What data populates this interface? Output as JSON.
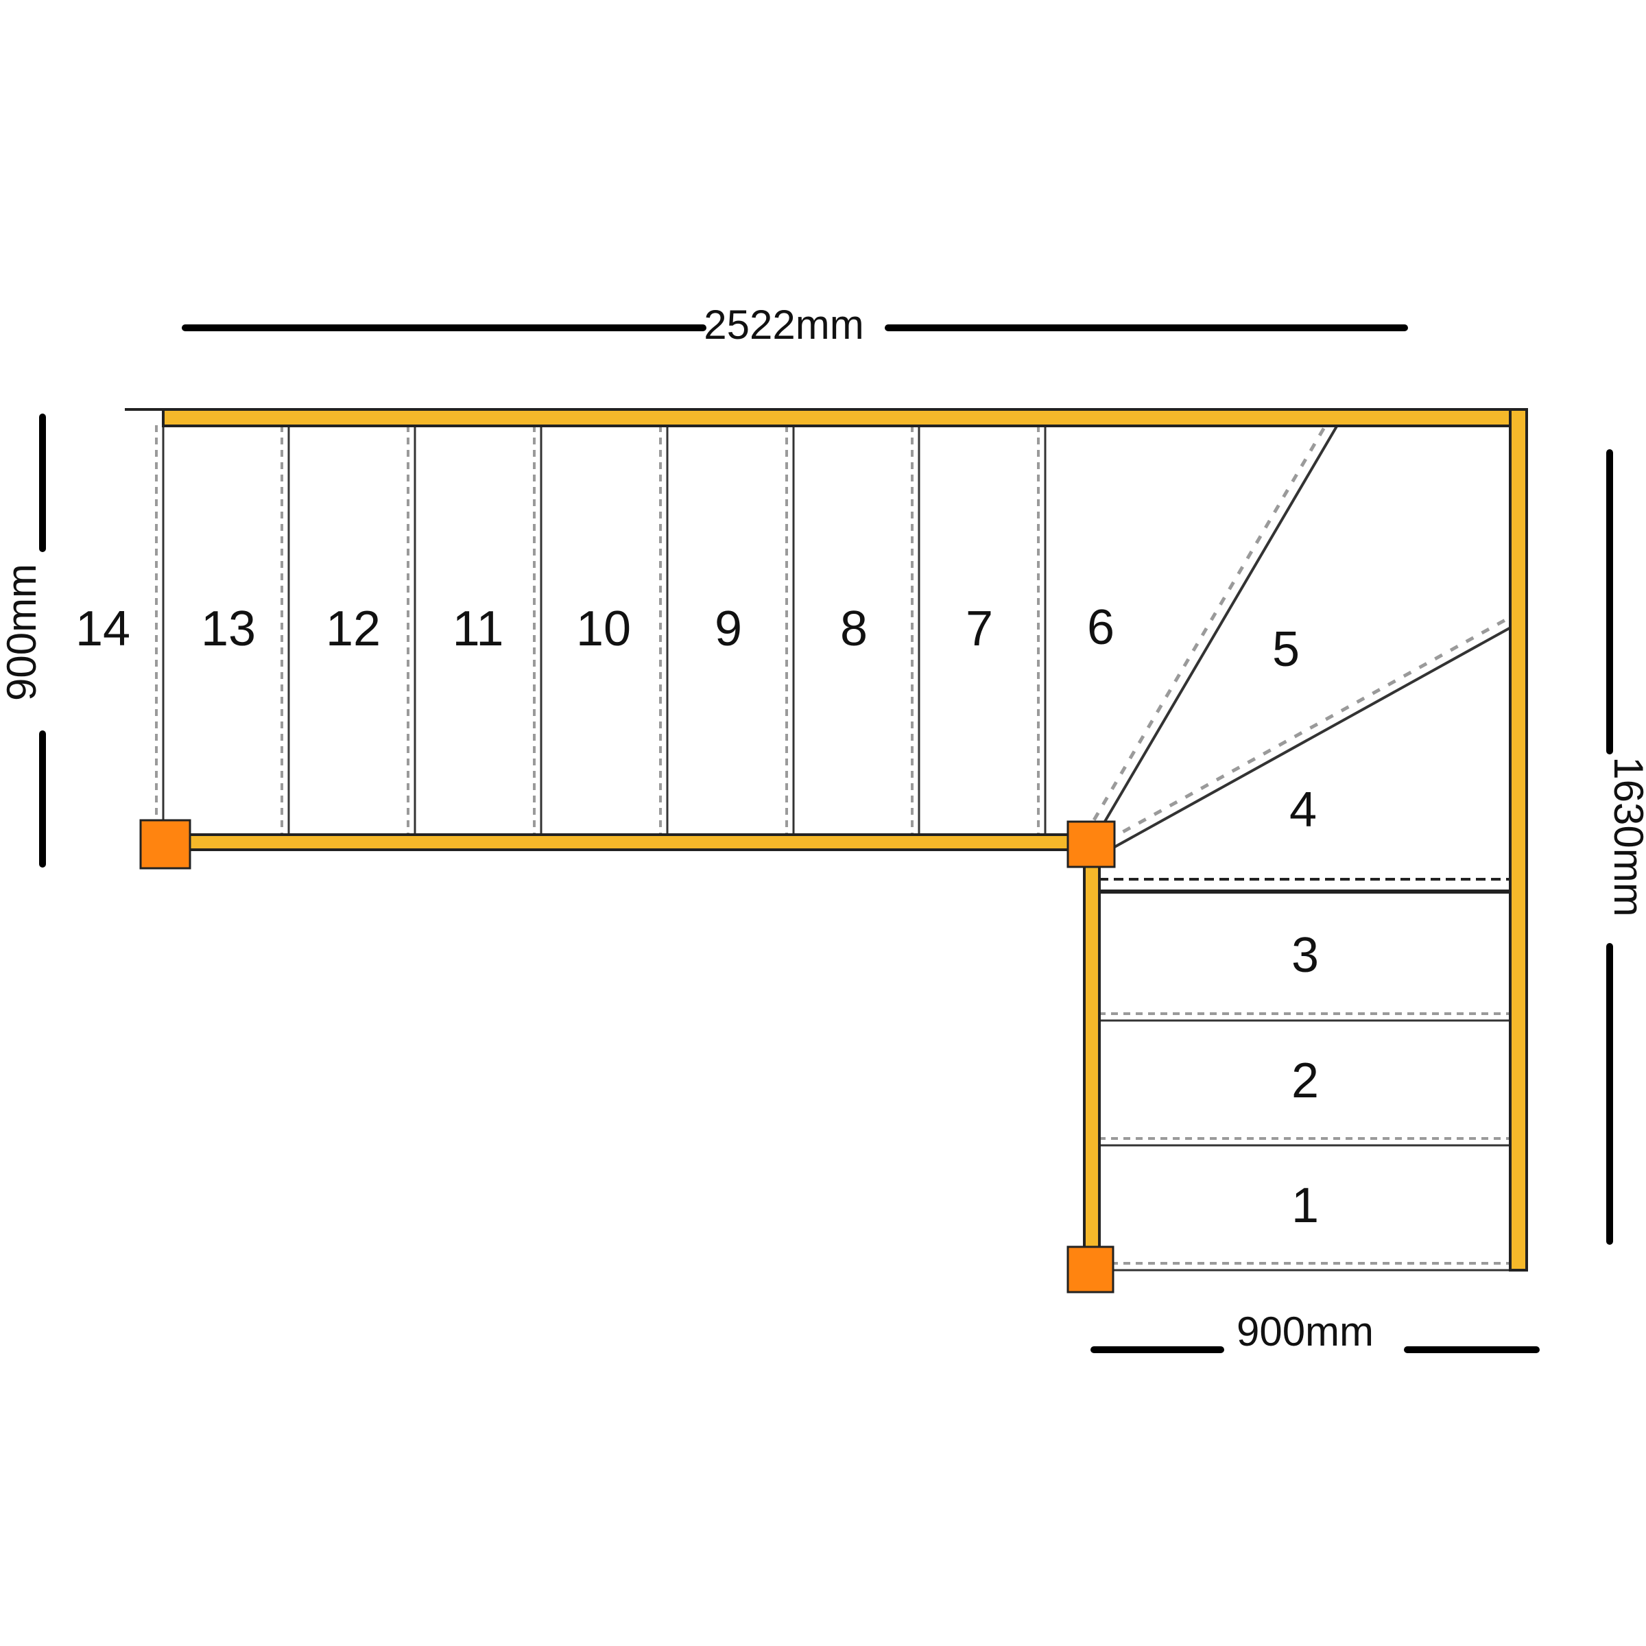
{
  "colors": {
    "stringer": "#F5B82A",
    "stringer_edge": "#222222",
    "newel_post": "#FF8410",
    "dim_line": "#000000",
    "tread_line": "#333333",
    "nosing_dash": "#9a9a9a"
  },
  "dimensions": {
    "width_top": "2522mm",
    "height_left": "900mm",
    "height_right": "1630mm",
    "width_bottom": "900mm"
  },
  "steps": [
    "1",
    "2",
    "3",
    "4",
    "5",
    "6",
    "7",
    "8",
    "9",
    "10",
    "11",
    "12",
    "13",
    "14"
  ]
}
